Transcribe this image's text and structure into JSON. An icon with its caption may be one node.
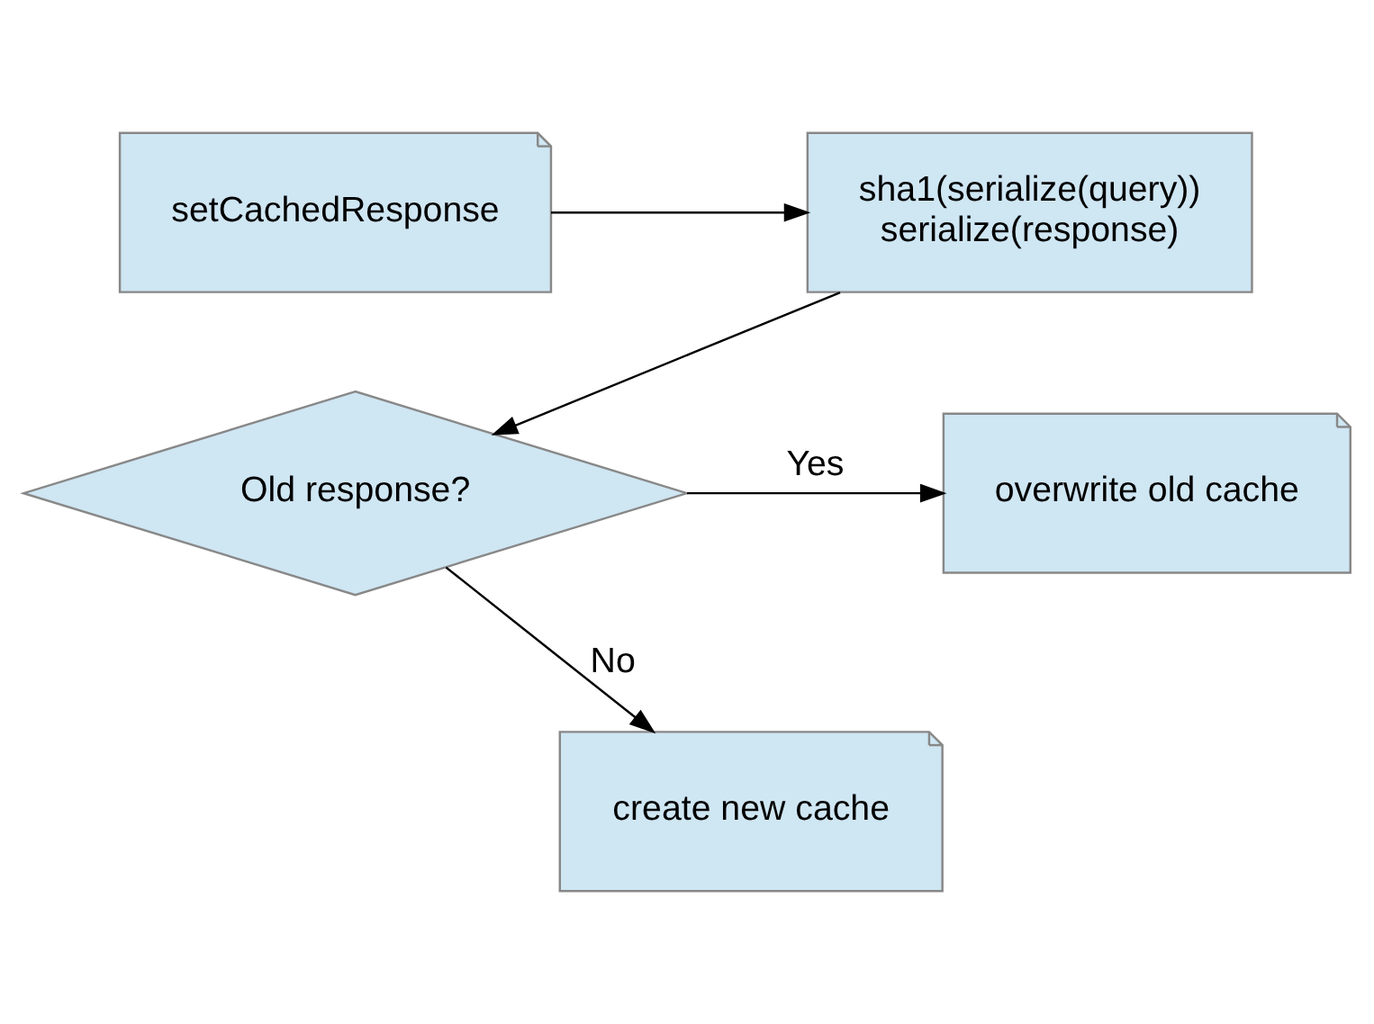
{
  "diagram": {
    "nodes": [
      {
        "text": [
          "setCachedResponse"
        ]
      },
      {
        "text": [
          "sha1(serialize(query))",
          "serialize(response)"
        ]
      },
      {
        "text": [
          "Old response?"
        ]
      },
      {
        "text": [
          "overwrite old cache"
        ]
      },
      {
        "text": [
          "create new cache"
        ]
      }
    ],
    "edges": [
      {
        "from": 0,
        "to": 1,
        "arrow": "to"
      },
      {
        "from": 1,
        "to": 2,
        "arrow": "to"
      },
      {
        "from": 2,
        "to": 3,
        "arrow": "to",
        "label": "Yes"
      },
      {
        "from": 2,
        "to": 4,
        "arrow": "to",
        "label": "No"
      }
    ]
  }
}
